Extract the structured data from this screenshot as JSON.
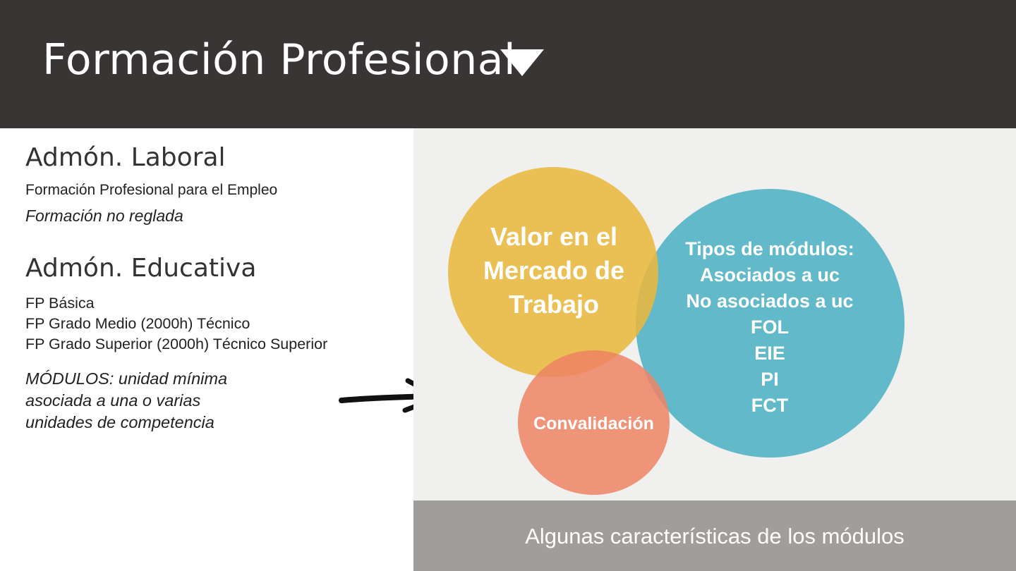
{
  "header": {
    "title": "Formación Profesional",
    "icon": "triangle-down-icon",
    "background": "#3a3535"
  },
  "left": {
    "laboral": {
      "heading": "Admón. Laboral",
      "line1": "Formación Profesional para el Empleo",
      "line2": "Formación no reglada"
    },
    "educativa": {
      "heading": "Admón. Educativa",
      "lines": [
        "FP Básica",
        "FP Grado Medio (2000h) Técnico",
        "FP Grado Superior (2000h) Técnico Superior"
      ]
    },
    "modulos": [
      "MÓDULOS: unidad mínima",
      "asociada a una o varias",
      "unidades de competencia"
    ],
    "arrow_icon": "right-arrow-icon"
  },
  "diagram": {
    "yellow_circle": {
      "color": "#e8b73e",
      "lines": [
        "Valor  en el",
        "Mercado de",
        "Trabajo"
      ]
    },
    "teal_circle": {
      "color": "#4cb1c4",
      "lines": [
        "Tipos de módulos:",
        "Asociados a uc",
        "No asociados a uc",
        "FOL",
        "EIE",
        "PI",
        "FCT"
      ]
    },
    "coral_circle": {
      "color": "#ef8264",
      "lines": [
        "Convalidación"
      ]
    }
  },
  "footer": {
    "text": "Algunas características de los módulos",
    "background": "#a19d9b"
  }
}
